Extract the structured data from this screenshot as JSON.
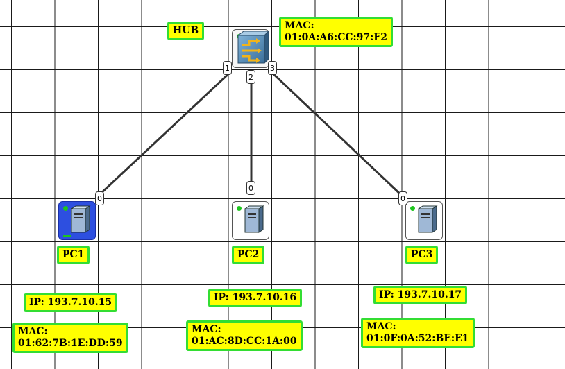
{
  "hub": {
    "name": "HUB",
    "mac_title": "MAC:",
    "mac": "01:0A:A6:CC:97:F2",
    "ports": [
      "1",
      "2",
      "3"
    ]
  },
  "pcs": [
    {
      "name": "PC1",
      "port": "0",
      "ip": "IP: 193.7.10.15",
      "mac_title": "MAC:",
      "mac": "01:62:7B:1E:DD:59",
      "selected": true
    },
    {
      "name": "PC2",
      "port": "0",
      "ip": "IP: 193.7.10.16",
      "mac_title": "MAC:",
      "mac": "01:AC:8D:CC:1A:00",
      "selected": false
    },
    {
      "name": "PC3",
      "port": "0",
      "ip": "IP: 193.7.10.17",
      "mac_title": "MAC:",
      "mac": "01:0F:0A:52:BE:E1",
      "selected": false
    }
  ],
  "colors": {
    "label_fill": "#ffff00",
    "label_border": "#33dd33",
    "link": "#333333",
    "selected_device": "#2d4fe0",
    "status_led": "#1ec51e"
  }
}
